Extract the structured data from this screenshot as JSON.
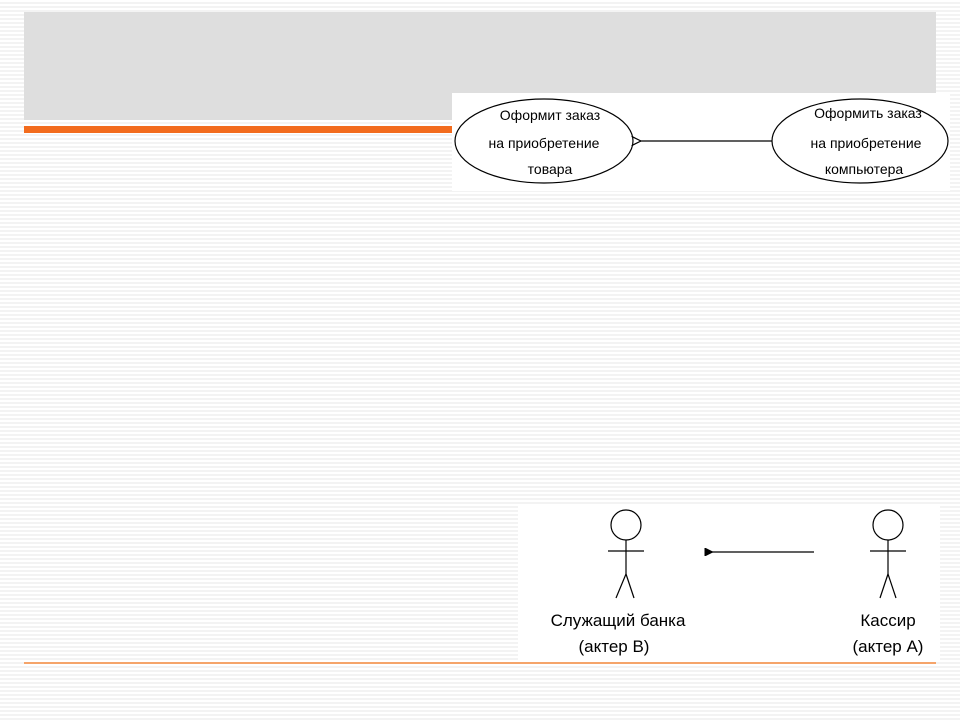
{
  "colors": {
    "accent": "#f26b1d",
    "title_bar": "#dedede",
    "footer_line": "#f5a46a"
  },
  "use_cases": {
    "left": {
      "line1": "Оформит заказ",
      "line2": "на приобретение",
      "line3": "товара"
    },
    "right": {
      "line1": "Оформить заказ",
      "line2": "на приобретение",
      "line3": "компьютера"
    }
  },
  "actors": {
    "left": {
      "name": "Служащий банка",
      "role": "(актер В)"
    },
    "right": {
      "name": "Кассир",
      "role": "(актер А)"
    }
  }
}
